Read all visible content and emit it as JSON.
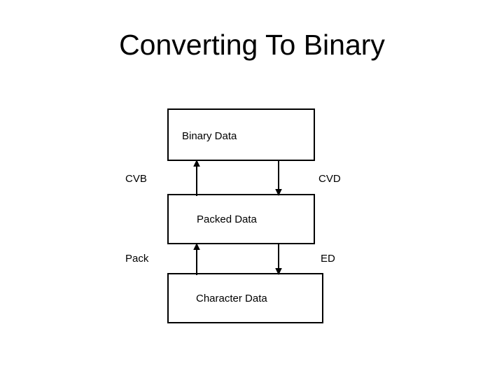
{
  "slide": {
    "title": "Converting To Binary",
    "background_color": "#ffffff",
    "text_color": "#000000",
    "line_color": "#000000"
  },
  "diagram": {
    "type": "flow",
    "boxes": [
      {
        "id": "binary",
        "label": "Binary Data"
      },
      {
        "id": "packed",
        "label": "Packed Data"
      },
      {
        "id": "character",
        "label": "Character Data"
      }
    ],
    "edge_labels": [
      {
        "id": "cvb",
        "label": "CVB",
        "side": "left",
        "between": "packed-binary",
        "direction": "up"
      },
      {
        "id": "cvd",
        "label": "CVD",
        "side": "right",
        "between": "binary-packed",
        "direction": "down"
      },
      {
        "id": "pack",
        "label": "Pack",
        "side": "left",
        "between": "character-packed",
        "direction": "up"
      },
      {
        "id": "ed",
        "label": "ED",
        "side": "right",
        "between": "packed-character",
        "direction": "down"
      }
    ]
  }
}
